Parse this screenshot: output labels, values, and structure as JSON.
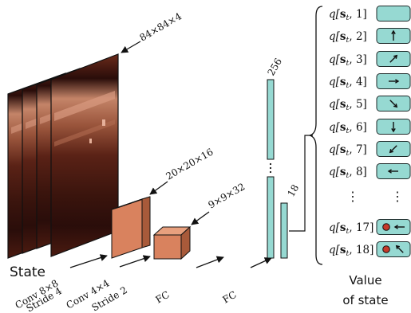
{
  "labels": {
    "state": "State",
    "value_line1": "Value",
    "value_line2": "of state",
    "dim_input": "84×84×4",
    "dim_conv1": "20×20×16",
    "dim_conv2": "9×9×32",
    "dim_fc1": "256",
    "dim_fc2": "18",
    "layer1_line1": "Conv 8×8",
    "layer1_line2": "Stride 4",
    "layer2_line1": "Conv 4×4",
    "layer2_line2": "Stride 2",
    "layer3": "FC",
    "layer4": "FC",
    "ellipsis_left": "⋮",
    "ellipsis_right": "⋮"
  },
  "q_values": [
    {
      "label": "q[st, 1]",
      "sub": "t",
      "index": "1",
      "icon": "blank-icon"
    },
    {
      "label": "q[st, 2]",
      "sub": "t",
      "index": "2",
      "icon": "arrow-up-icon"
    },
    {
      "label": "q[st, 3]",
      "sub": "t",
      "index": "3",
      "icon": "arrow-up-right-icon"
    },
    {
      "label": "q[st, 4]",
      "sub": "t",
      "index": "4",
      "icon": "arrow-right-icon"
    },
    {
      "label": "q[st, 5]",
      "sub": "t",
      "index": "5",
      "icon": "arrow-down-right-icon"
    },
    {
      "label": "q[st, 6]",
      "sub": "t",
      "index": "6",
      "icon": "arrow-down-icon"
    },
    {
      "label": "q[st, 7]",
      "sub": "t",
      "index": "7",
      "icon": "arrow-down-left-icon"
    },
    {
      "label": "q[st, 8]",
      "sub": "t",
      "index": "8",
      "icon": "arrow-left-icon"
    },
    {
      "label": "q[st, 17]",
      "sub": "t",
      "index": "17",
      "icon": "fire-left-icon"
    },
    {
      "label": "q[st, 18]",
      "sub": "t",
      "index": "18",
      "icon": "fire-up-left-icon"
    }
  ],
  "colors": {
    "frame_dark": "#2a0d0a",
    "frame_mid": "#7a3a2a",
    "frame_light": "#c98a70",
    "block_face": "#d9825e",
    "block_top": "#e8a07e",
    "block_side": "#a85a3a",
    "fc_bar": "#96d9d2",
    "fire_dot": "#c63a2a"
  }
}
